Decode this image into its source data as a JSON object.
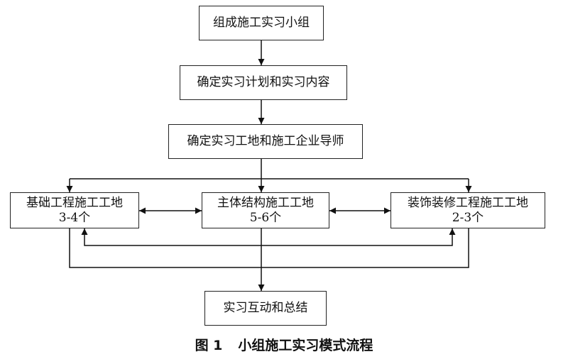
{
  "diagram": {
    "steps": {
      "form_group": "组成施工实习小组",
      "plan": "确定实习计划和实习内容",
      "site_mentor": "确定实习工地和施工企业导师"
    },
    "sites": {
      "foundation": {
        "name": "基础工程施工工地",
        "count": "3-4个"
      },
      "main_structure": {
        "name": "主体结构施工工地",
        "count": "5-6个"
      },
      "decoration": {
        "name": "装饰装修工程施工工地",
        "count": "2-3个"
      }
    },
    "final": "实习互动和总结"
  },
  "caption": {
    "figure_number": "图 1",
    "title": "小组施工实习模式流程"
  }
}
